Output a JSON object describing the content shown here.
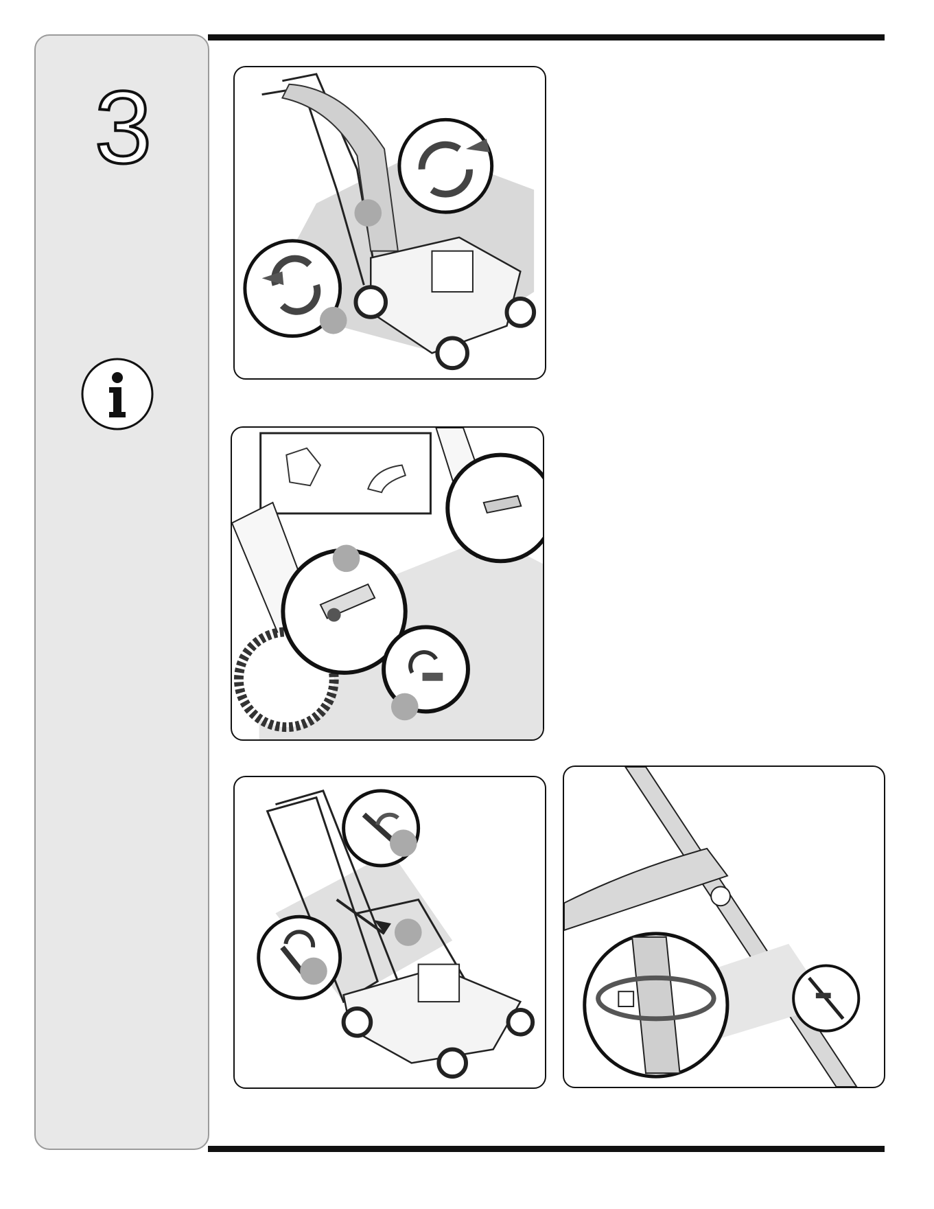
{
  "step": {
    "number": "3"
  },
  "info": {
    "icon": "info-icon"
  },
  "panels": [
    {
      "id": "panel-1",
      "icon": "handle-knob-loosen-illustration"
    },
    {
      "id": "panel-2",
      "icon": "handle-bolt-assembly-illustration"
    },
    {
      "id": "panel-3",
      "icon": "handle-raise-lock-illustration"
    },
    {
      "id": "panel-4",
      "icon": "cable-tie-illustration"
    }
  ],
  "colors": {
    "sidebar": "#e8e8e8",
    "rule": "#111111",
    "callout": "#d0d0d0"
  }
}
